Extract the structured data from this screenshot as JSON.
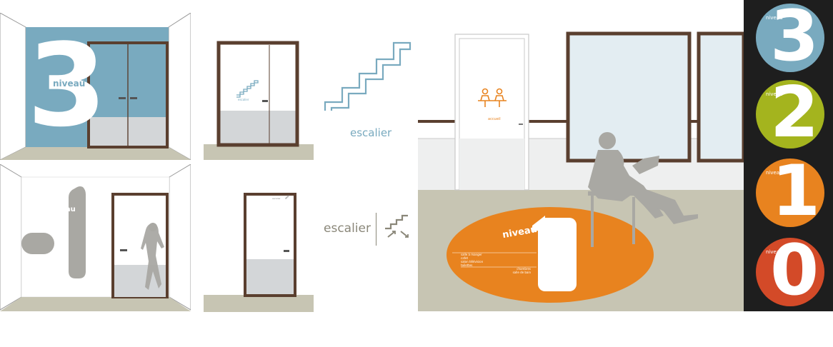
{
  "colors": {
    "blue": "#79aabf",
    "wall_grey": "#d3d6d8",
    "floor": "#c7c5b3",
    "door_brown": "#5a3f2f",
    "grey_shape": "#a9a8a3",
    "orange": "#e8831f",
    "lime": "#a4b41e",
    "red": "#d34a28",
    "black_strip": "#1e1e1e"
  },
  "p1": {
    "number": "3",
    "word": "niveau"
  },
  "p2": {
    "small_label": "escalier"
  },
  "p3": {
    "number": "1",
    "word": "niveau"
  },
  "p4": {
    "small_label": "escalier"
  },
  "stairs": {
    "label_top": "escalier",
    "label_bottom": "escalier"
  },
  "room": {
    "door_sign": "accueil",
    "floor_number": "1",
    "floor_word": "niveau",
    "floor_list_1": [
      "salle à manger",
      "cafet",
      "salon télévision",
      "toilettes"
    ],
    "floor_list_2": [
      "chambres",
      "salle de bain"
    ]
  },
  "strip": {
    "icon": "arrow-icon",
    "discs": [
      {
        "number": "3",
        "word": "niveau",
        "color": "#79aabf"
      },
      {
        "number": "2",
        "word": "niveau",
        "color": "#a4b41e"
      },
      {
        "number": "1",
        "word": "niveau",
        "color": "#e8831f"
      },
      {
        "number": "0",
        "word": "niveau",
        "color": "#d34a28"
      }
    ]
  }
}
